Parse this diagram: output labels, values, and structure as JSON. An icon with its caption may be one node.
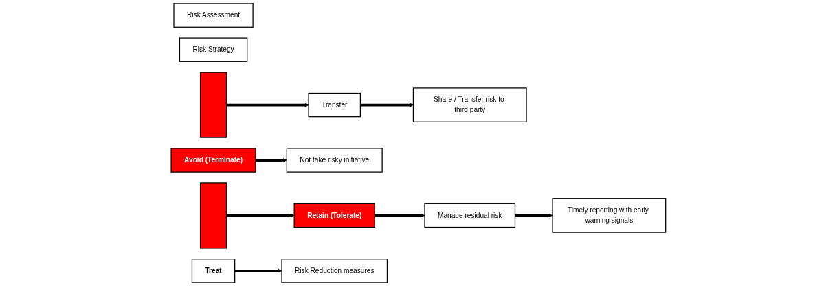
{
  "diagram": {
    "nodes": [
      {
        "text": [
          "Risk Assessment"
        ]
      },
      {
        "text": [
          "Risk Strategy"
        ]
      },
      {
        "text": [],
        "shape": "bar"
      },
      {
        "text": [
          "Avoid (Terminate)"
        ]
      },
      {
        "text": [
          "Transfer"
        ]
      },
      {
        "text": [],
        "shape": "bar"
      },
      {
        "text": [
          "Not take risky initiative"
        ]
      },
      {
        "text": [
          "Share / Transfer risk to third party"
        ]
      },
      {
        "text": [
          "Treat"
        ]
      },
      {
        "text": [
          "Retain (Tolerate)"
        ]
      },
      {
        "text": [
          "Risk Reduction measures"
        ]
      },
      {
        "text": [
          "Manage residual risk"
        ]
      },
      {
        "text": [
          "Timely reporting with early warning signals"
        ]
      }
    ],
    "edges": [
      {
        "from": 2,
        "to": 4,
        "arrow": "to"
      },
      {
        "from": 3,
        "to": 6,
        "arrow": "to"
      },
      {
        "from": 4,
        "to": 7,
        "arrow": "to"
      },
      {
        "from": 5,
        "to": 9,
        "arrow": "to"
      },
      {
        "from": 8,
        "to": 10,
        "arrow": "to"
      },
      {
        "from": 9,
        "to": 11,
        "arrow": "to"
      },
      {
        "from": 11,
        "to": 12,
        "arrow": "to"
      }
    ]
  }
}
